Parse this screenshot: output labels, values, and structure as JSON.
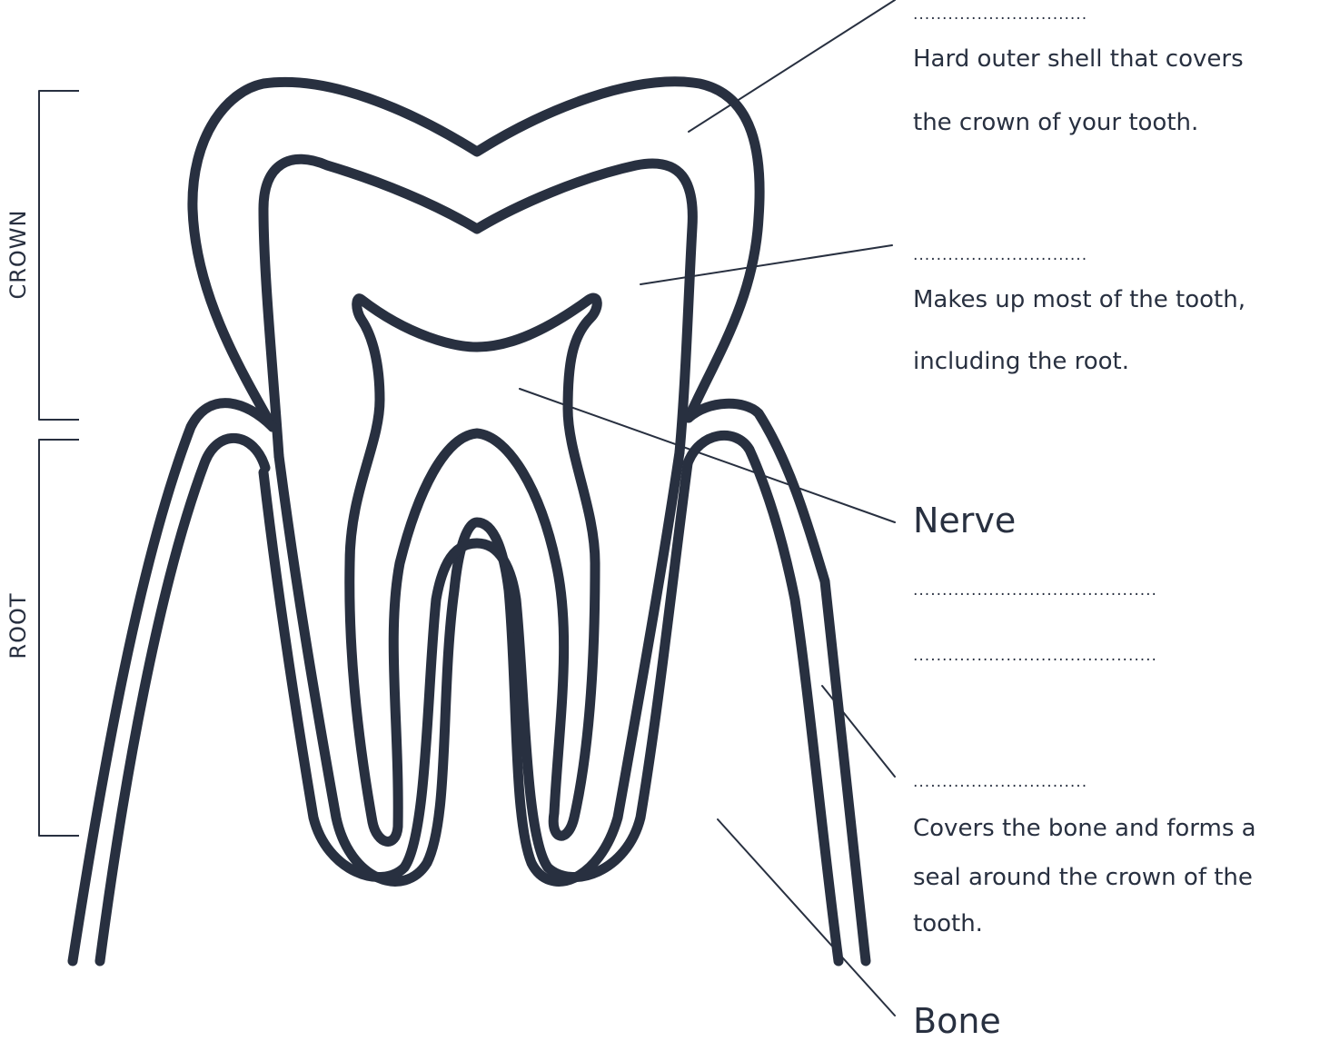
{
  "colors": {
    "stroke": "#283040",
    "background": "#ffffff"
  },
  "side_labels": {
    "crown": "CROWN",
    "root": "ROOT"
  },
  "labels": {
    "enamel": {
      "blank": "..............................",
      "line1": "Hard outer shell that covers",
      "line2": "the crown of your tooth."
    },
    "dentin": {
      "blank": "..............................",
      "line1": "Makes up most of the tooth,",
      "line2": "including the root."
    },
    "nerve": {
      "name": "Nerve",
      "blank1": "..........................................",
      "blank2": ".........................................."
    },
    "gum": {
      "blank": "..............................",
      "line1": "Covers the bone and forms a",
      "line2": "seal around the crown of the",
      "line3": "tooth."
    },
    "bone": {
      "name": "Bone"
    }
  }
}
